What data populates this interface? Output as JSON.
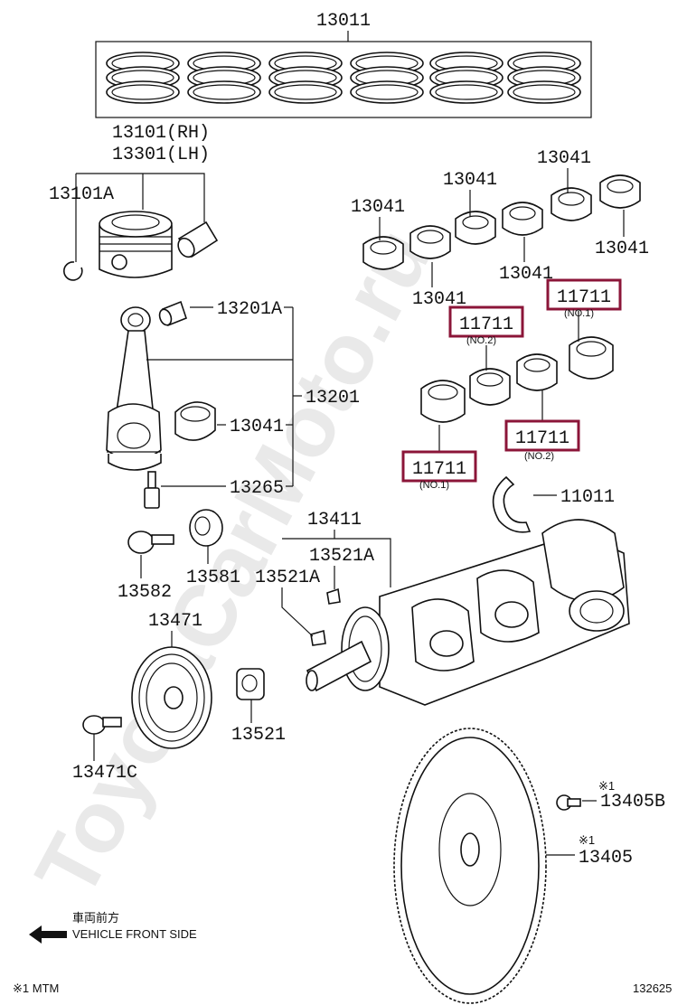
{
  "watermark": "ToyotaCarMoto.ru",
  "labels": {
    "p13011": "13011",
    "p13101": "13101(RH)",
    "p13301": "13301(LH)",
    "p13101a": "13101A",
    "p13041_a": "13041",
    "p13041_b": "13041",
    "p13041_c": "13041",
    "p13041_d": "13041",
    "p13041_e": "13041",
    "p13041_f": "13041",
    "p13041_rod": "13041",
    "p11711_a": "11711",
    "p11711_a_sub": "(NO.1)",
    "p11711_b": "11711",
    "p11711_b_sub": "(NO.2)",
    "p11711_c": "11711",
    "p11711_c_sub": "(NO.2)",
    "p11711_d": "11711",
    "p11711_d_sub": "(NO.1)",
    "p13201a": "13201A",
    "p13201": "13201",
    "p13265": "13265",
    "p11011": "11011",
    "p13411": "13411",
    "p13521a_1": "13521A",
    "p13521a_2": "13521A",
    "p13582": "13582",
    "p13581": "13581",
    "p13471": "13471",
    "p13521": "13521",
    "p13471c": "13471C",
    "p13405b_mark": "※1",
    "p13405b": "13405B",
    "p13405_mark": "※1",
    "p13405": "13405"
  },
  "legend": {
    "direction_jp": "車両前方",
    "direction_en": "VEHICLE FRONT SIDE",
    "footnote": "※1 MTM",
    "figure_no": "132625"
  },
  "colors": {
    "highlight": "#8b1538",
    "ink": "#111111",
    "watermark": "#e9e9e9"
  }
}
